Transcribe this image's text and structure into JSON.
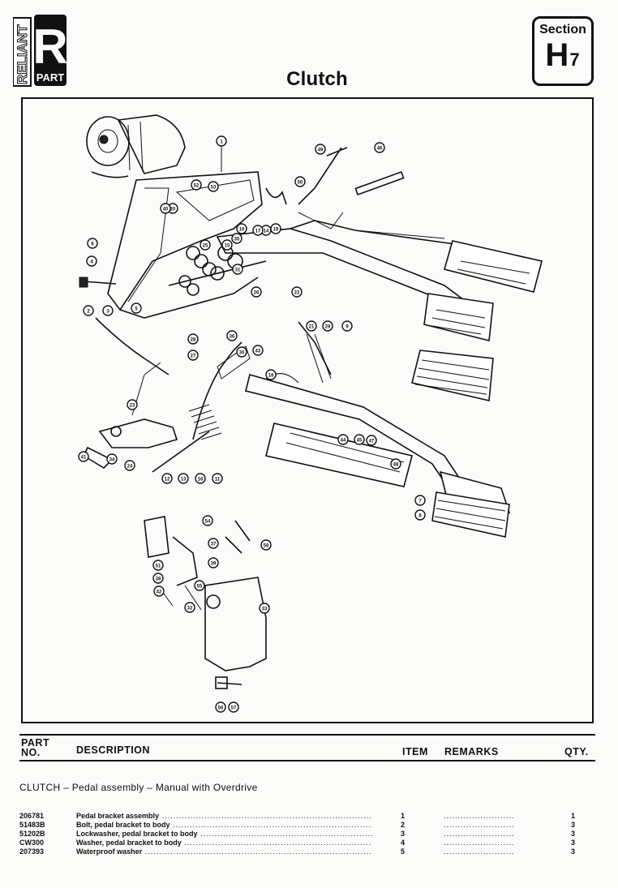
{
  "brand": {
    "logo_side_text": "RELIANT",
    "logo_letter": "R",
    "logo_sub_text": "PART"
  },
  "section": {
    "label": "Section",
    "code": "H",
    "code_sub": "7"
  },
  "page_title": "Clutch",
  "callouts": [
    "1",
    "2",
    "3",
    "4",
    "5",
    "6",
    "7",
    "8",
    "9",
    "10",
    "11",
    "12",
    "13",
    "14",
    "15",
    "16",
    "17",
    "18",
    "19",
    "20",
    "21",
    "22",
    "23",
    "24",
    "25",
    "26",
    "27",
    "28",
    "29",
    "30",
    "31",
    "32",
    "33",
    "34",
    "35",
    "36",
    "37",
    "38",
    "39",
    "40",
    "41",
    "42",
    "43",
    "44",
    "45",
    "46",
    "47",
    "48",
    "49",
    "50",
    "51",
    "52",
    "53",
    "54",
    "55",
    "56",
    "57",
    "58"
  ],
  "table": {
    "headers": {
      "part_no": "PART NO.",
      "description": "DESCRIPTION",
      "item": "ITEM",
      "remarks": "REMARKS",
      "qty": "QTY."
    },
    "group_heading": "CLUTCH – Pedal assembly – Manual with Overdrive",
    "rows": [
      {
        "part_no": "206781",
        "description": "Pedal bracket assembly",
        "item": "1",
        "qty": "1"
      },
      {
        "part_no": "51483B",
        "description": "Bolt, pedal bracket to body",
        "item": "2",
        "qty": "3"
      },
      {
        "part_no": "51202B",
        "description": "Lockwasher, pedal bracket to body",
        "item": "3",
        "qty": "3"
      },
      {
        "part_no": "CW300",
        "description": "Washer, pedal bracket to body",
        "item": "4",
        "qty": "3"
      },
      {
        "part_no": "207393",
        "description": "Waterproof washer",
        "item": "5",
        "qty": "3"
      }
    ]
  }
}
